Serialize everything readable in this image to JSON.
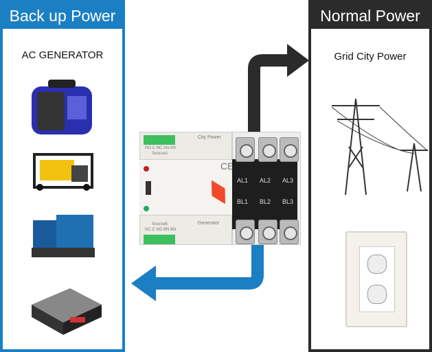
{
  "backup": {
    "title": "Back up Power",
    "subtitle": "AC GENERATOR"
  },
  "normal": {
    "title": "Normal Power",
    "subtitle": "Grid City Power"
  },
  "device": {
    "top_label": "City Power",
    "bottom_label": "Generator",
    "source_a": "SourceA",
    "source_b": "SourceB",
    "top_pins": "NO C NC AN AN",
    "bottom_pins": "NC C NO BN BN",
    "ce": "CE",
    "a_poles": [
      "AL1",
      "AL2",
      "AL3"
    ],
    "b_poles": [
      "BL1",
      "BL2",
      "BL3"
    ]
  },
  "colors": {
    "blue": "#1b7fc4",
    "dark": "#2b2b2b",
    "handle": "#f04a2a"
  }
}
